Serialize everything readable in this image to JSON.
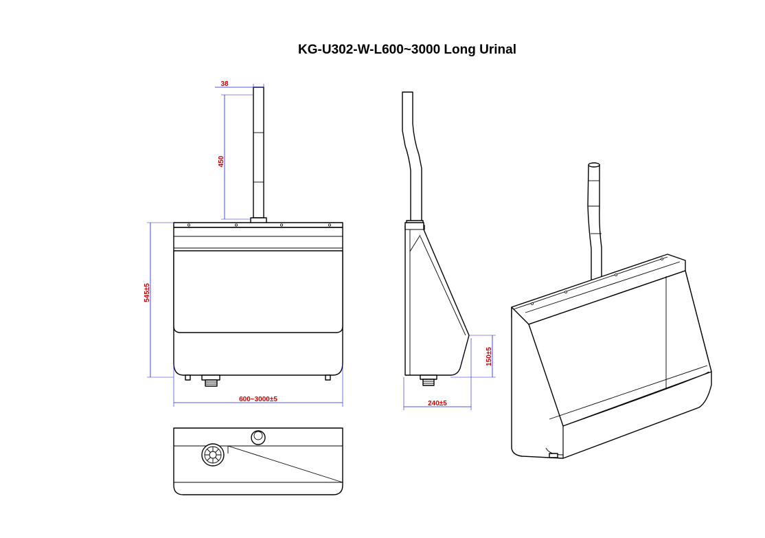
{
  "title": "KG-U302-W-L600~3000 Long Urinal",
  "dimensions": {
    "pipe_diameter": "38",
    "pipe_height": "450",
    "unit_height": "545±5",
    "unit_length": "600~3000±5",
    "front_height": "150±5",
    "depth": "240±5"
  },
  "views": [
    "front-view",
    "side-view",
    "top-view",
    "isometric-view"
  ],
  "colors": {
    "outline": "#000000",
    "dimension_line": "#1c1cd6",
    "dimension_text": "#d40000"
  }
}
